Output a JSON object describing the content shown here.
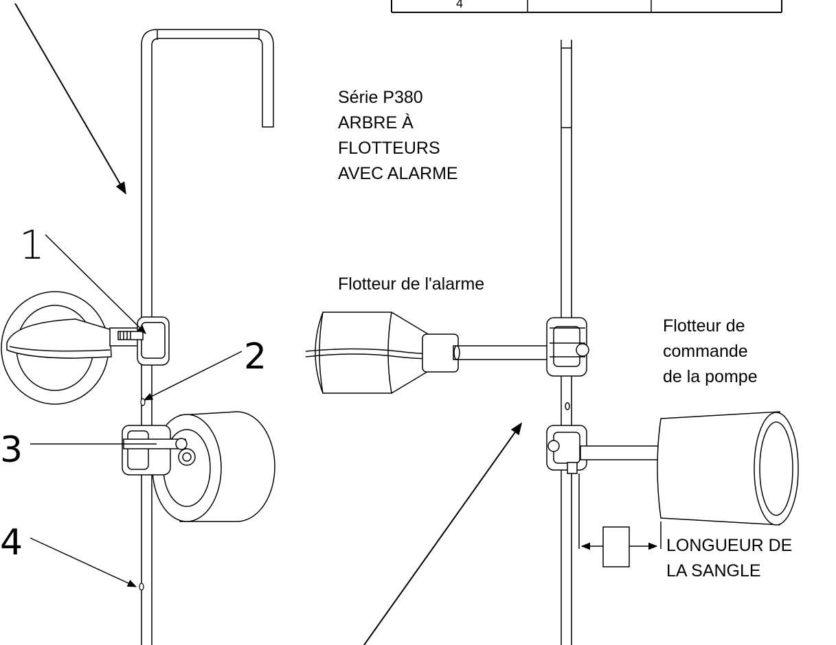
{
  "table": {
    "last_row_number": "4"
  },
  "title": {
    "line1": "Série P380",
    "line2": "ARBRE À",
    "line3": "FLOTTEURS",
    "line4": "AVEC ALARME"
  },
  "labels": {
    "alarm_float": "Flotteur de l'alarme",
    "pump_float_line1": "Flotteur de",
    "pump_float_line2": "commande",
    "pump_float_line3": "de la pompe",
    "strap_line1": "LONGUEUR DE",
    "strap_line2": "LA SANGLE"
  },
  "callouts": {
    "c1": "1",
    "c2": "2",
    "c3": "3",
    "c4": "4"
  },
  "colors": {
    "line": "#000000",
    "fill": "#ffffff",
    "shade": "#d9d9d9"
  }
}
